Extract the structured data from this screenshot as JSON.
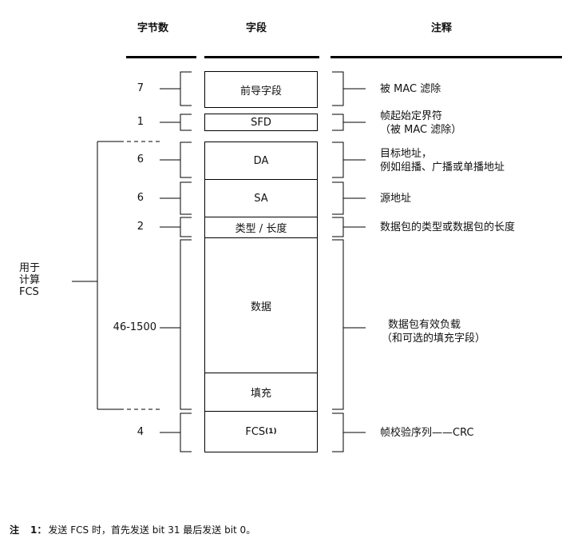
{
  "headers": {
    "bytes": "字节数",
    "field": "字段",
    "notes": "注释"
  },
  "fields": [
    {
      "bytes": "7",
      "name": "前导字段",
      "note_lines": [
        "被 MAC 滤除"
      ]
    },
    {
      "bytes": "1",
      "name": "SFD",
      "note_lines": [
        "帧起始定界符",
        "（被 MAC 滤除）"
      ]
    },
    {
      "bytes": "6",
      "name": "DA",
      "note_lines": [
        "目标地址，",
        "例如组播、广播或单播地址"
      ]
    },
    {
      "bytes": "6",
      "name": "SA",
      "note_lines": [
        "源地址"
      ]
    },
    {
      "bytes": "2",
      "name": "类型 / 长度",
      "note_lines": [
        "数据包的类型或数据包的长度"
      ]
    },
    {
      "bytes": "46-1500",
      "name": "数据",
      "note_lines": [
        "数据包有效负载",
        "（和可选的填充字段）"
      ]
    },
    {
      "bytes": "",
      "name": "填充",
      "note_lines": []
    },
    {
      "bytes": "4",
      "name": "FCS",
      "name_sup": "(1)",
      "note_lines": [
        "帧校验序列——CRC"
      ]
    }
  ],
  "fcs_label": [
    "用于",
    "计算",
    "FCS"
  ],
  "footnote": {
    "label": "注",
    "number": "1：",
    "text": "发送 FCS 时，首先发送 bit 31 最后发送 bit 0。"
  }
}
